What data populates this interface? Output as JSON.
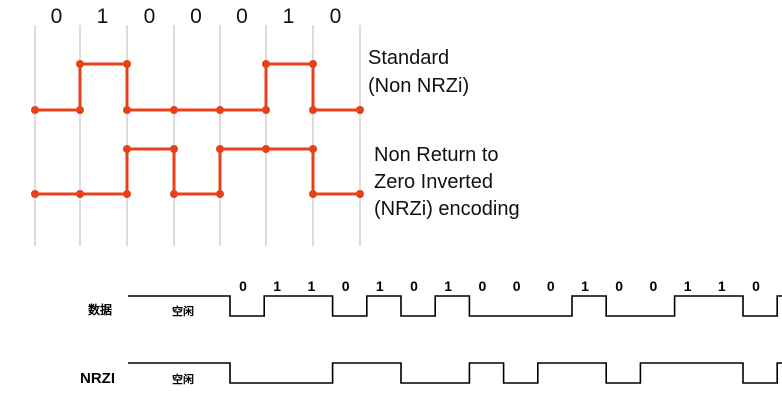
{
  "top": {
    "bits": [
      "0",
      "1",
      "0",
      "0",
      "0",
      "1",
      "0"
    ],
    "standard_label_line1": "Standard",
    "standard_label_line2": "(Non NRZi)",
    "nrzi_label_line1": "Non Return to",
    "nrzi_label_line2": "Zero Inverted",
    "nrzi_label_line3": "(NRZi) encoding",
    "standard_levels": [
      0,
      1,
      0,
      0,
      0,
      1,
      0
    ],
    "nrzi_levels": [
      0,
      0,
      1,
      0,
      1,
      1,
      0
    ],
    "line_color": "#e8411a"
  },
  "bottom": {
    "bits": [
      "0",
      "1",
      "1",
      "0",
      "1",
      "0",
      "1",
      "0",
      "0",
      "0",
      "1",
      "0",
      "0",
      "1",
      "1",
      "0"
    ],
    "data_row_label": "数据",
    "nrzi_row_label": "NRZI",
    "idle_label": "空闲",
    "data_levels": [
      0,
      1,
      1,
      0,
      1,
      0,
      1,
      0,
      0,
      0,
      1,
      0,
      0,
      1,
      1,
      0
    ],
    "nrzi_levels": [
      0,
      0,
      0,
      1,
      1,
      0,
      0,
      1,
      0,
      1,
      1,
      0,
      1,
      1,
      1,
      0
    ],
    "line_color": "#000000"
  }
}
